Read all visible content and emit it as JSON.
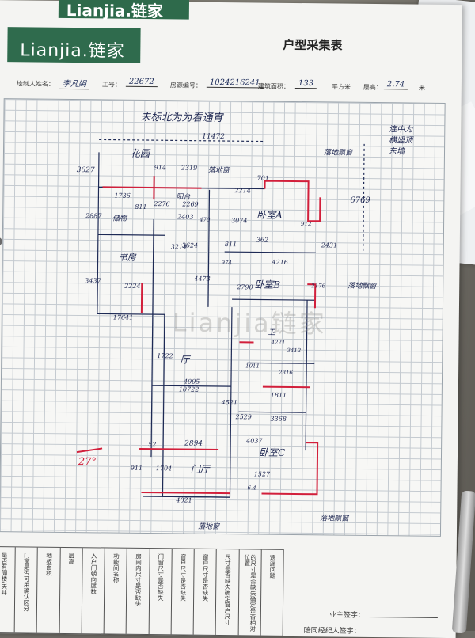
{
  "top_strip_text": "Lianjia.链家",
  "brand": {
    "logo_text": "Lianjia.链家"
  },
  "form_title": "户型采集表",
  "meta": {
    "drawer_label": "绘制人姓名：",
    "drawer_value": "李凡娟",
    "job_label": "工号：",
    "job_value": "22672",
    "listing_label": "房源编号：",
    "listing_value": "1024216241",
    "area_label": "建筑面积：",
    "area_value": "133",
    "area_unit": "平方米",
    "floor_label": "层高：",
    "floor_value": "2.74",
    "floor_unit": "米"
  },
  "sketch": {
    "heading": "未标北为为看通宵",
    "corner_note": [
      "连中为",
      "横竖顶",
      "东墙"
    ],
    "rooms": {
      "garden": "花园",
      "balcony": "阳台",
      "bedroom_a": "卧室A",
      "bedroom_b": "卧室B",
      "bedroom_c": "卧室C",
      "hall": "厅",
      "kitchen_small": "储物",
      "study": "书房",
      "entry": "门厅",
      "bath": "卫"
    },
    "notes": {
      "window_a": "落地飘窗",
      "window_b": "落地飘窗",
      "window_c": "落地飘窗",
      "window_d": "落地窗",
      "window_e": "落地窗",
      "door_angle": "27°"
    },
    "dims": [
      "11472",
      "3627",
      "914",
      "2319",
      "701",
      "2214",
      "1736",
      "2276",
      "2269",
      "2887",
      "811",
      "3624",
      "2403",
      "470",
      "3074",
      "912",
      "6769",
      "3214",
      "811",
      "362",
      "4216",
      "2431",
      "3437",
      "2224",
      "4473",
      "974",
      "2176",
      "2790",
      "17641",
      "4221",
      "3412",
      "1722",
      "10722",
      "4005",
      "1011",
      "2316",
      "1811",
      "3368",
      "4521",
      "2529",
      "4037",
      "2894",
      "52",
      "1704",
      "911",
      "6.4",
      "1527",
      "4021"
    ]
  },
  "table": {
    "columns": [
      "是否有阁楼/天井",
      "门窗是否可用确认区分",
      "地板面积",
      "层高",
      "入户门朝向度数",
      "功能间名称",
      "房间内尺寸是否缺失",
      "门窗尺寸是否缺失",
      "窗户尺寸是否缺失",
      "窗户尺寸是否缺失",
      "尺寸是否缺失确定窗户尺寸",
      "的尺寸是否缺失确定是否相对位置",
      "遗漏问题"
    ]
  },
  "signatures": {
    "owner_label": "业主签字：",
    "agent_label": "陪同经纪人签字："
  },
  "watermark": "Lianjia链家"
}
